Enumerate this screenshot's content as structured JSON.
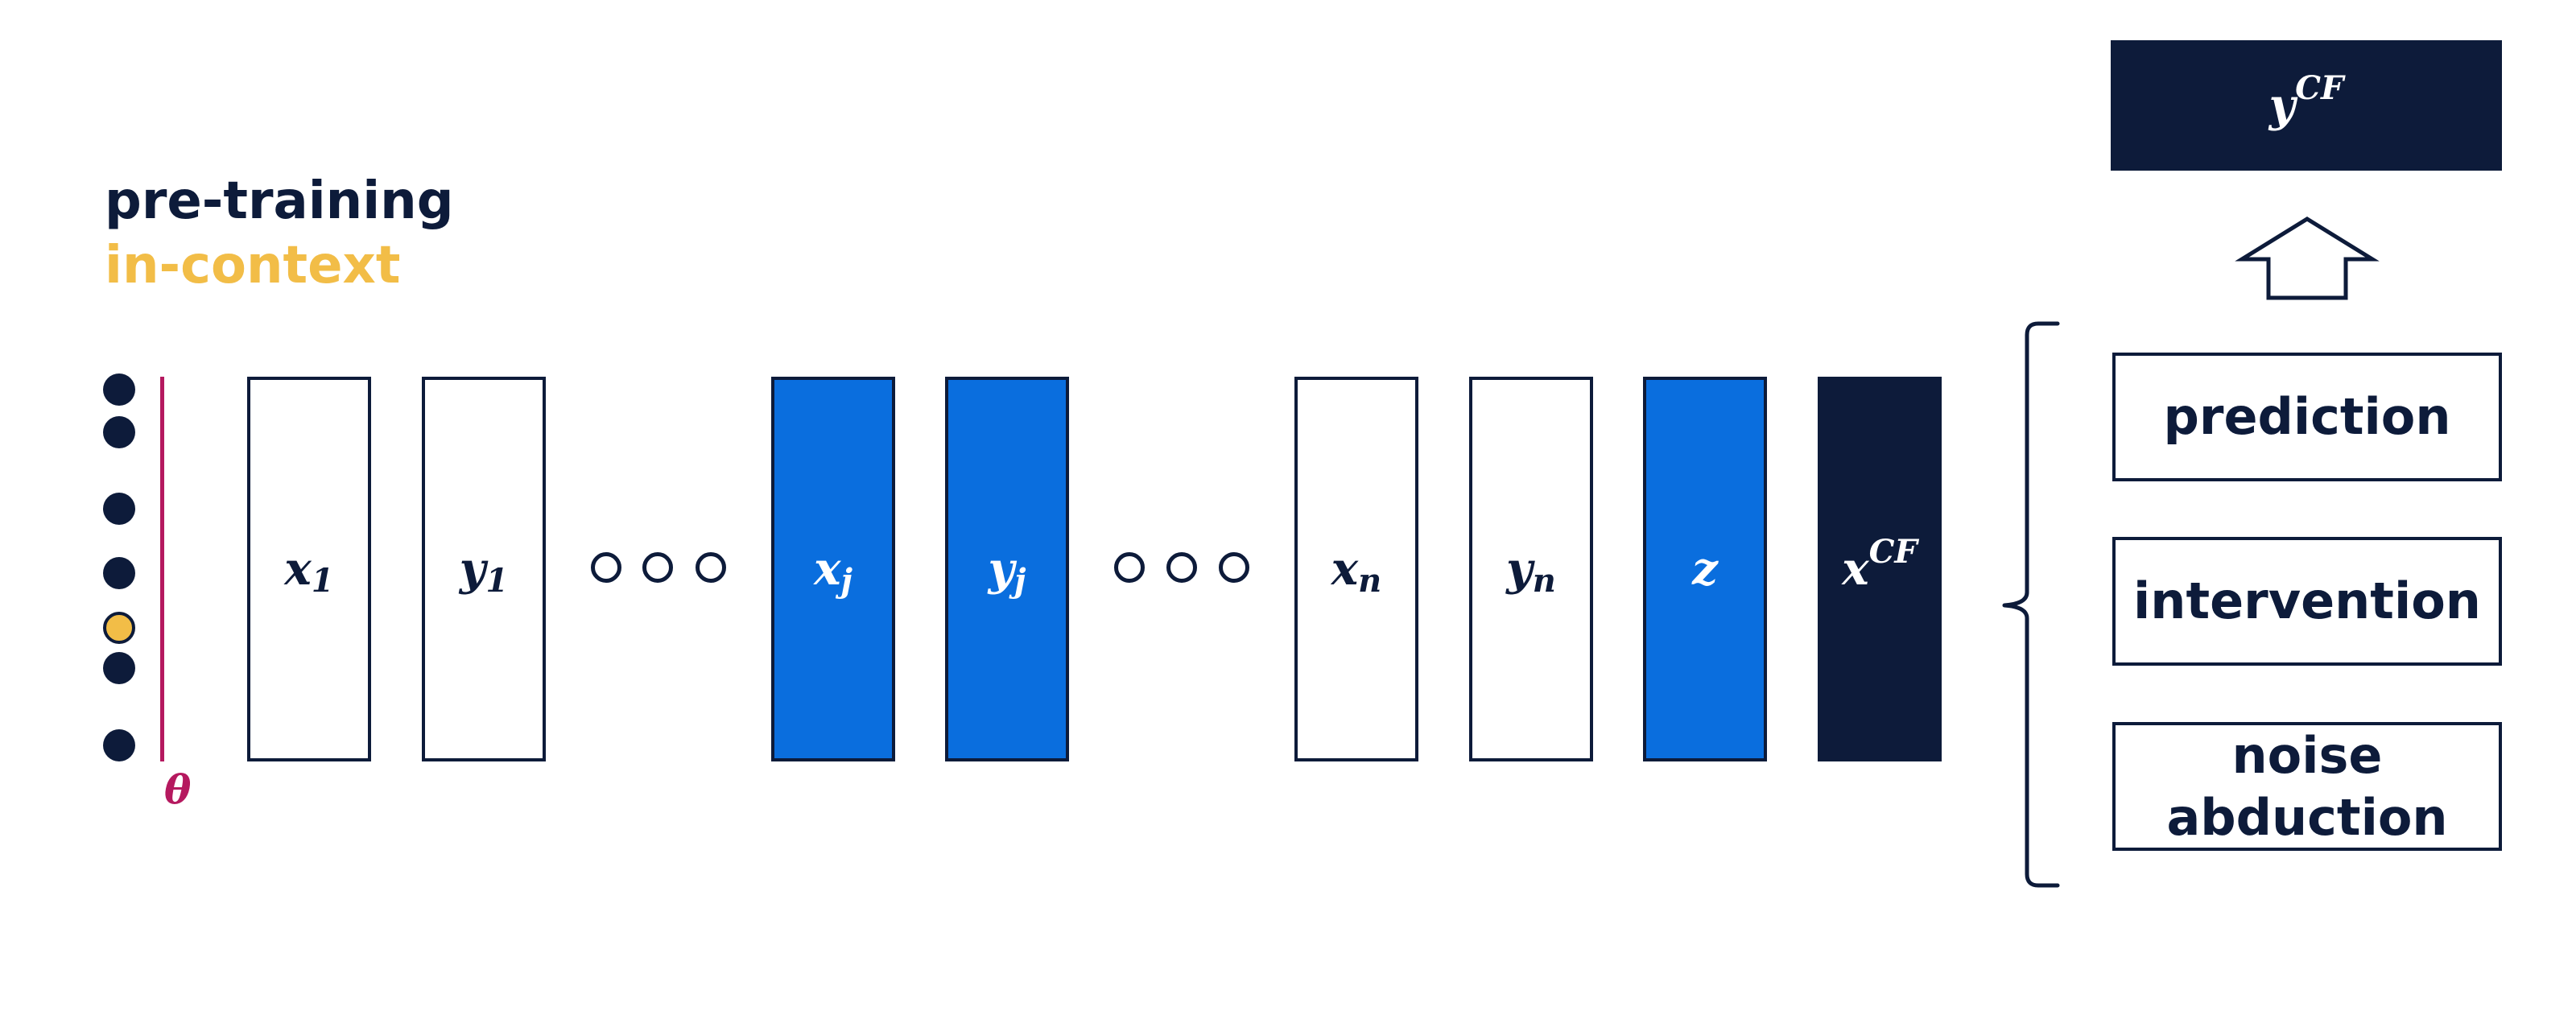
{
  "colors": {
    "navy": "#0d1b3a",
    "blue": "#0a6ede",
    "white": "#ffffff",
    "gold": "#f2bd47",
    "magenta": "#b5195f"
  },
  "legend": {
    "pretraining": "pre-training",
    "incontext": "in-context"
  },
  "theta": {
    "symbol": "θ"
  },
  "sequence": [
    {
      "base": "x",
      "sub": "1",
      "sup": "",
      "style": "outline"
    },
    {
      "base": "y",
      "sub": "1",
      "sup": "",
      "style": "outline"
    },
    {
      "base": "x",
      "sub": "j",
      "sup": "",
      "style": "blue"
    },
    {
      "base": "y",
      "sub": "j",
      "sup": "",
      "style": "blue"
    },
    {
      "base": "x",
      "sub": "n",
      "sup": "",
      "style": "outline"
    },
    {
      "base": "y",
      "sub": "n",
      "sup": "",
      "style": "outline"
    },
    {
      "base": "z",
      "sub": "",
      "sup": "",
      "style": "blue"
    },
    {
      "base": "x",
      "sub": "",
      "sup": "CF",
      "style": "navy"
    }
  ],
  "tasks": {
    "prediction": "prediction",
    "intervention": "intervention",
    "noise_line1": "noise",
    "noise_line2": "abduction"
  },
  "output": {
    "base": "y",
    "sup": "CF"
  },
  "dots": [
    {
      "kind": "pretraining"
    },
    {
      "kind": "pretraining"
    },
    {
      "kind": "pretraining"
    },
    {
      "kind": "pretraining"
    },
    {
      "kind": "incontext"
    },
    {
      "kind": "pretraining"
    },
    {
      "kind": "pretraining"
    }
  ],
  "icons": {
    "arrow": "up-arrow-icon",
    "brace": "left-brace-icon",
    "ellipsis": "ellipsis-circles-icon"
  }
}
